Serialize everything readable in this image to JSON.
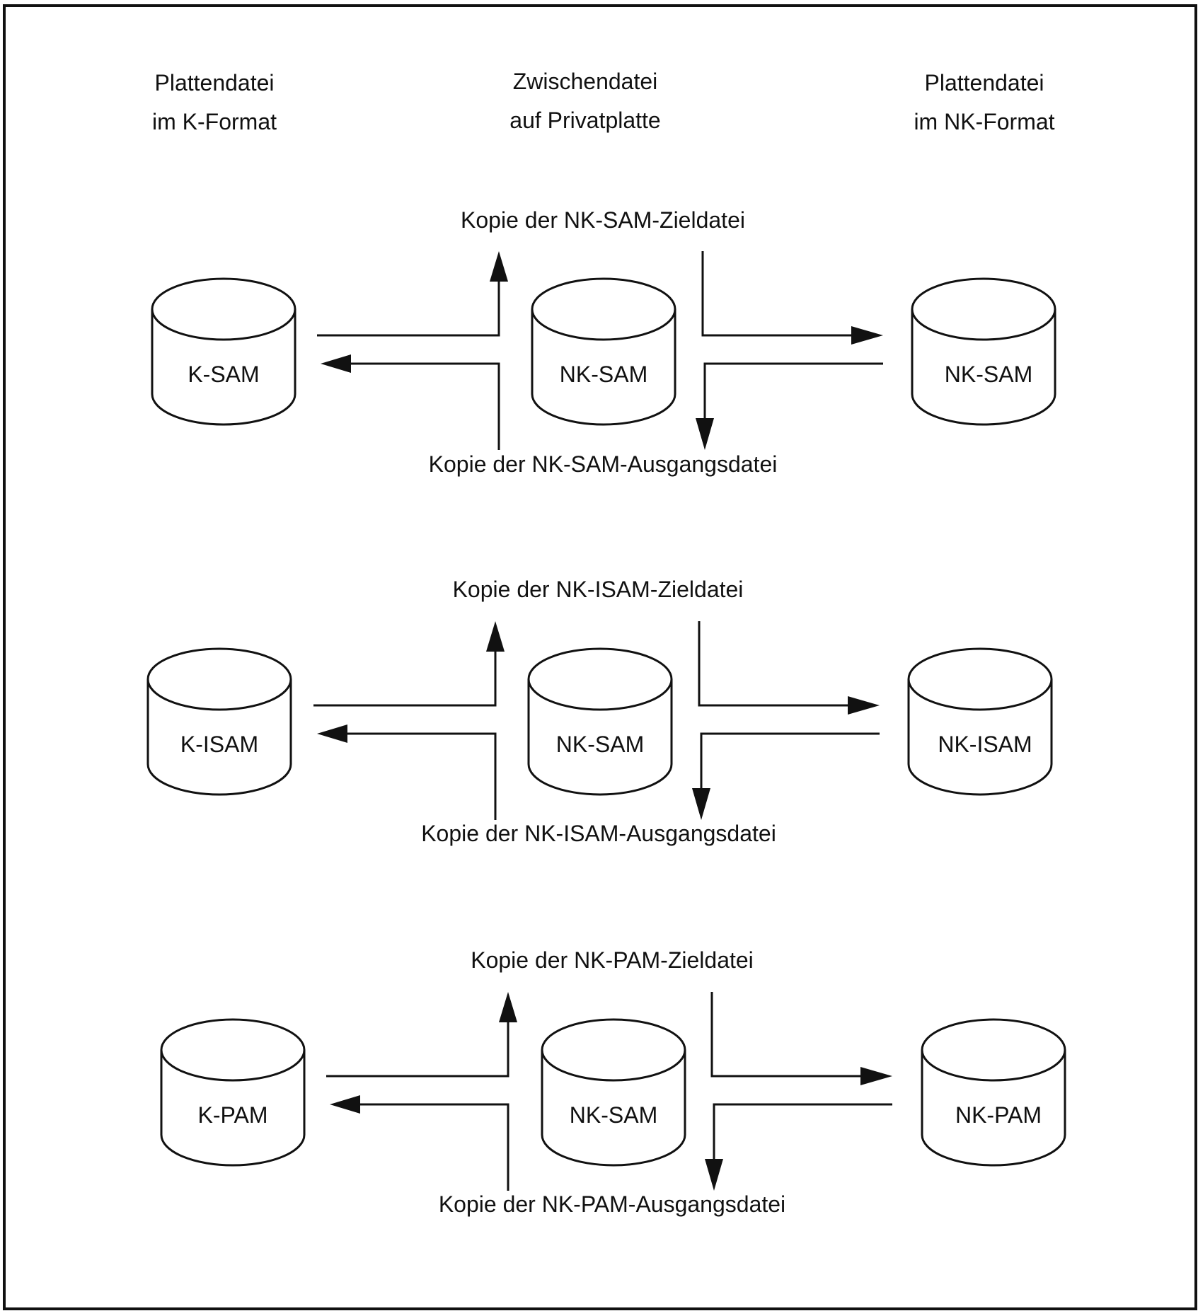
{
  "headers": [
    {
      "line1": "Plattendatei",
      "line2": "im K-Format"
    },
    {
      "line1": "Zwischendatei",
      "line2": "auf Privatplatte"
    },
    {
      "line1": "Plattendatei",
      "line2": "im NK-Format"
    }
  ],
  "rows": [
    {
      "left_disk": "K-SAM",
      "middle_disk": "NK-SAM",
      "right_disk": "NK-SAM",
      "top_label": "Kopie der NK-SAM-Zieldatei",
      "bottom_label": "Kopie der NK-SAM-Ausgangsdatei"
    },
    {
      "left_disk": "K-ISAM",
      "middle_disk": "NK-SAM",
      "right_disk": "NK-ISAM",
      "top_label": "Kopie der NK-ISAM-Zieldatei",
      "bottom_label": "Kopie der NK-ISAM-Ausgangsdatei"
    },
    {
      "left_disk": "K-PAM",
      "middle_disk": "NK-SAM",
      "right_disk": "NK-PAM",
      "top_label": "Kopie der NK-PAM-Zieldatei",
      "bottom_label": "Kopie der NK-PAM-Ausgangsdatei"
    }
  ],
  "icons": {
    "disk": "disk-cylinder-icon",
    "arrow": "arrow-icon"
  }
}
